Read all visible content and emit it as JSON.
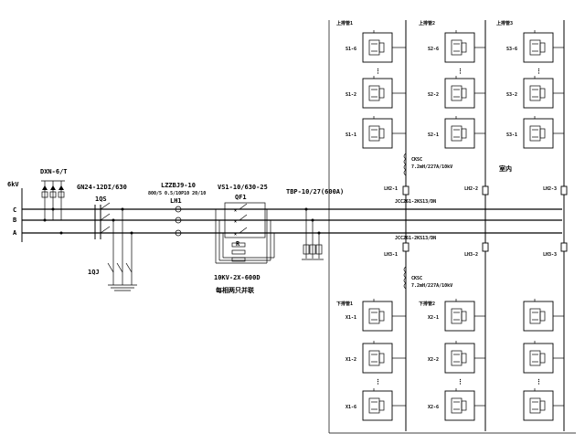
{
  "left": {
    "voltage": "6kV",
    "arrester": "DXN-6/T",
    "disconnector": "GN24-12DI/630",
    "disconnector_id": "1QS",
    "ground_switch": "1QJ",
    "ct_model": "LZZBJ9-10",
    "ct_spec": "800/5 0.5/10P10 20/10",
    "ct_id": "LH1",
    "breaker": "VS1-10/630-25",
    "breaker_id": "QF1",
    "surge": "TBP-10/27(600A)",
    "resistor": "R",
    "cap_model": "10KV-2X-600D",
    "cap_note": "每相两只并联",
    "phases": [
      "C",
      "B",
      "A"
    ]
  },
  "upper": {
    "groups": [
      {
        "title": "上排管1",
        "switches": [
          "S1-6",
          "S1-2",
          "S1-1"
        ]
      },
      {
        "title": "上排管2",
        "switches": [
          "S2-6",
          "S2-2",
          "S2-1"
        ]
      },
      {
        "title": "上排管3",
        "switches": [
          "S3-6",
          "S3-2",
          "S3-1"
        ]
      }
    ]
  },
  "lower": {
    "groups": [
      {
        "title": "下排管1",
        "switches": [
          "X1-1",
          "X1-2",
          "X1-6"
        ]
      },
      {
        "title": "下排管2",
        "switches": [
          "X2-1",
          "X2-2",
          "X2-6"
        ]
      },
      {
        "title": "",
        "switches": [
          "",
          "",
          ""
        ]
      }
    ]
  },
  "reactor": {
    "name": "CKSC",
    "spec": "7.2mH/227A/10kV"
  },
  "cts": {
    "upper": [
      "LH2-1",
      "LH2-2",
      "LH2-3"
    ],
    "lower": [
      "LH3-1",
      "LH3-2",
      "LH3-3"
    ],
    "upper_model": "JCC261-2KS13/DN",
    "lower_model": "JCC261-2KS13/DN"
  },
  "indoor": "室内",
  "ellipsis": "⋮"
}
